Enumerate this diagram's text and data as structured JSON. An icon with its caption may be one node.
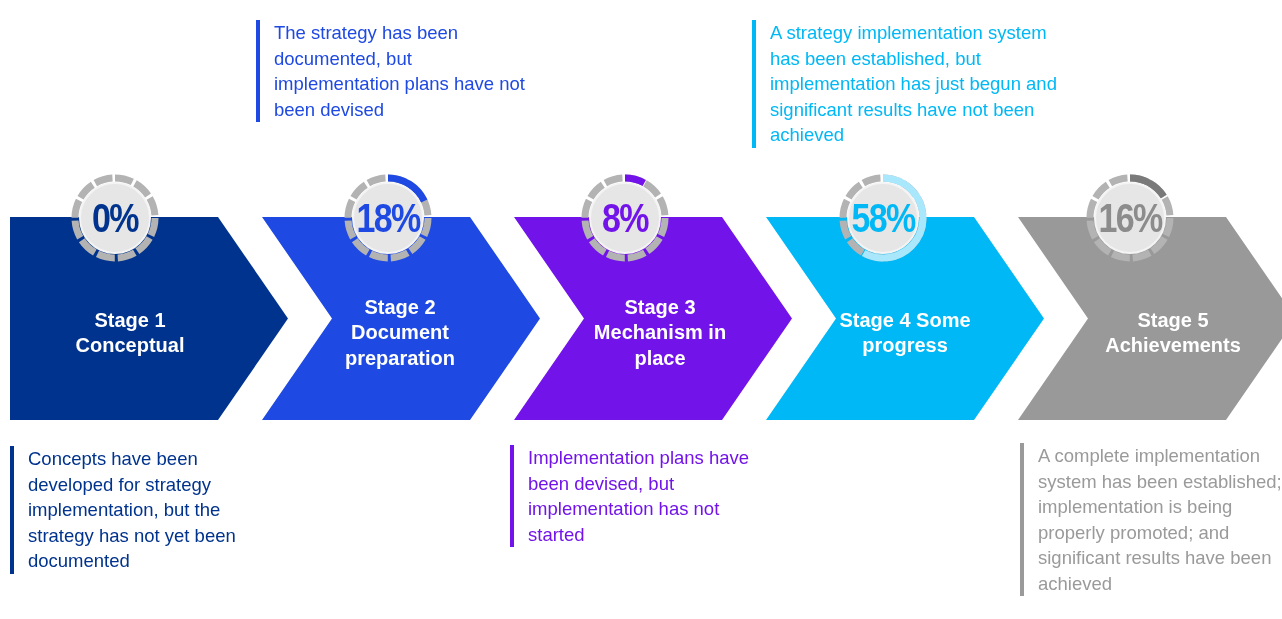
{
  "diagram": {
    "nodes": [
      {
        "text": [
          "Stage 1 Conceptual"
        ]
      },
      {
        "text": [
          "0%"
        ]
      },
      {
        "text": [
          "Stage 2 Document preparation"
        ]
      },
      {
        "text": [
          "18%"
        ]
      },
      {
        "text": [
          "Stage 3 Mechanism in place"
        ]
      },
      {
        "text": [
          "8%"
        ]
      },
      {
        "text": [
          "Stage 4 Some progress"
        ]
      },
      {
        "text": [
          "58%"
        ]
      },
      {
        "text": [
          "Stage 5 Achievements"
        ]
      },
      {
        "text": [
          "16%"
        ]
      }
    ],
    "labels": [
      "The strategy has been documented, but implementation plans have not been devised",
      "A strategy implementation system has been established, but implementation has just begun and significant results have not been achieved",
      "Concepts have been developed for strategy implementation, but the strategy has not yet been documented",
      "Implementation plans have been devised, but implementation has not started",
      "A complete implementation system has been established; implementation is being properly promoted; and significant results have been achieved"
    ]
  }
}
